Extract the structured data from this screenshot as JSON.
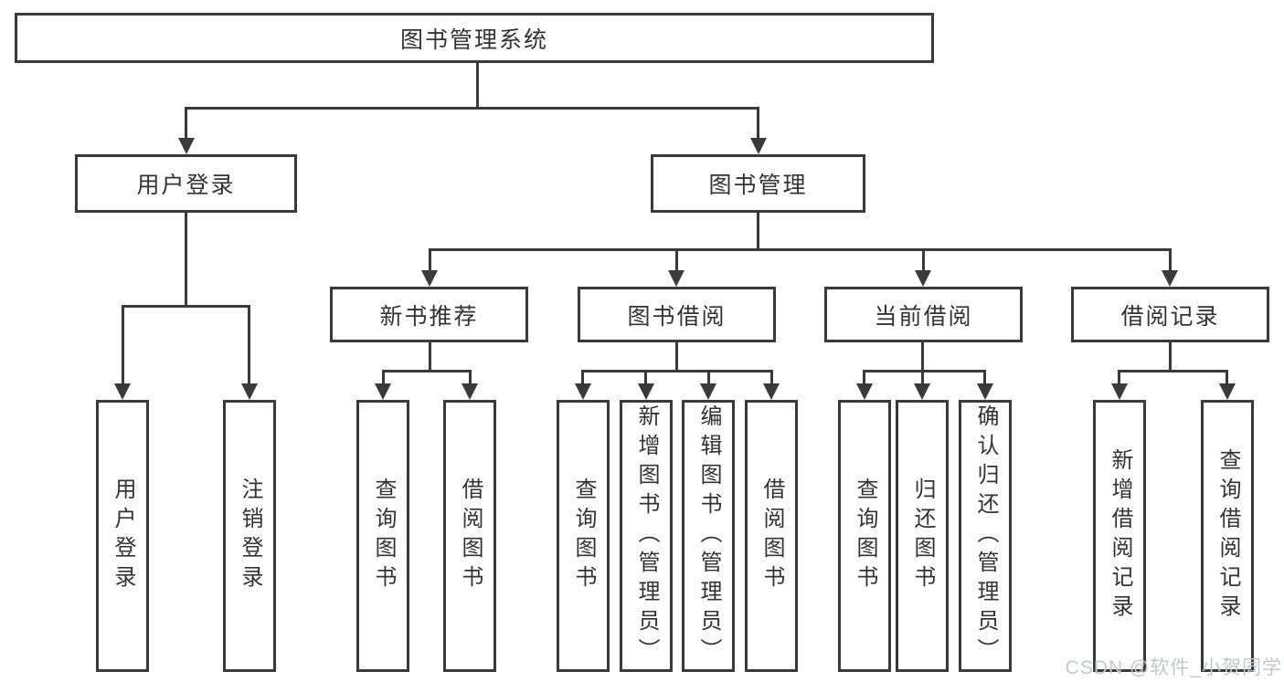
{
  "tree": {
    "root": "图书管理系统",
    "branches": [
      {
        "label": "用户登录",
        "children": [
          "用户登录",
          "注销登录"
        ]
      },
      {
        "label": "图书管理",
        "children": [
          {
            "label": "新书推荐",
            "children": [
              "查询图书",
              "借阅图书"
            ]
          },
          {
            "label": "图书借阅",
            "children": [
              "查询图书",
              "新增图书（管理员）",
              "编辑图书（管理员）",
              "借阅图书"
            ]
          },
          {
            "label": "当前借阅",
            "children": [
              "查询图书",
              "归还图书",
              "确认归还（管理员）"
            ]
          },
          {
            "label": "借阅记录",
            "children": [
              "新增借阅记录",
              "查询借阅记录"
            ]
          }
        ]
      }
    ]
  },
  "watermark": {
    "text": "CSDN @软件_小贺同学"
  },
  "colors": {
    "line": "#3a3a3a",
    "box_border": "#3a3a3a",
    "text": "#333333",
    "watermark_text": "#c3c7cf",
    "background": "#ffffff"
  }
}
